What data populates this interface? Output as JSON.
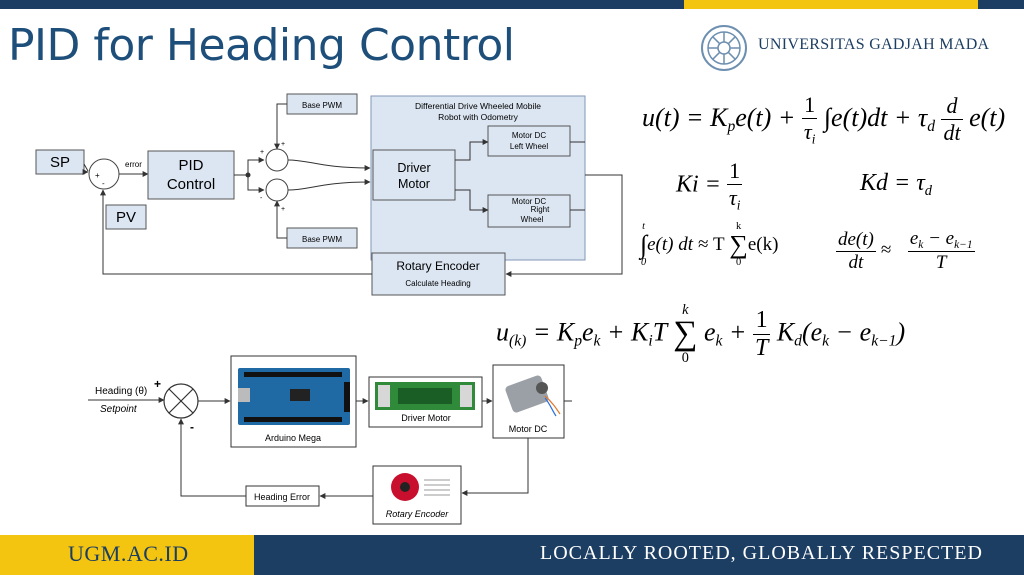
{
  "header": {
    "title": "PID for Heading Control",
    "university": "UNIVERSITAS GADJAH MADA"
  },
  "footer": {
    "url": "UGM.AC.ID",
    "slogan": "LOCALLY ROOTED, GLOBALLY RESPECTED"
  },
  "block_diagram": {
    "sp": "SP",
    "pv": "PV",
    "error": "error",
    "pid_line1": "PID",
    "pid_line2": "Control",
    "base_pwm_top": "Base PWM",
    "base_pwm_bottom": "Base PWM",
    "robot_title_line1": "Differential Drive Wheeled Mobile",
    "robot_title_line2": "Robot with Odometry",
    "driver_line1": "Driver",
    "driver_line2": "Motor",
    "motor_left_line1": "Motor DC",
    "motor_left_line2": "Left Wheel",
    "motor_right_line1": "Motor DC",
    "motor_right_line2": "Right",
    "motor_right_line3": "Wheel",
    "encoder": "Rotary Encoder",
    "encoder_sub": "Calculate Heading",
    "sign_plus": "+",
    "sign_minus": "-"
  },
  "hardware_diagram": {
    "heading": "Heading (θ)",
    "setpoint": "Setpoint",
    "arduino": "Arduino Mega",
    "driver": "Driver Motor",
    "motor": "Motor DC",
    "encoder": "Rotary Encoder",
    "heading_error": "Heading Error",
    "plus": "+",
    "minus": "-"
  },
  "colors": {
    "navy": "#1d3e63",
    "gold": "#f3c511",
    "title_blue": "#1d4f7a",
    "box_fill": "#dce6f2",
    "box_border": "#8196b4"
  }
}
